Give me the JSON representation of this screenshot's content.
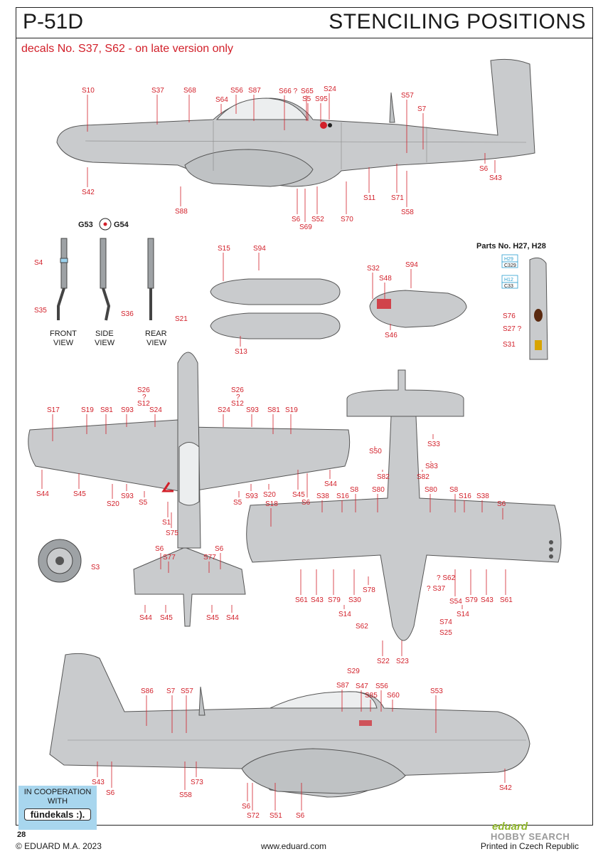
{
  "header": {
    "model": "P-51D",
    "title": "STENCILING POSITIONS"
  },
  "note": "decals No. S37, S62 - on late version only",
  "top_view_labels": [
    "S10",
    "S37",
    "S68",
    "S64",
    "S56",
    "S87",
    "S66 ?",
    "S65",
    "S5",
    "S95",
    "S24",
    "S57",
    "S7",
    "S42",
    "S88",
    "S6",
    "S69",
    "S52",
    "S70",
    "S11",
    "S71",
    "S58",
    "S6",
    "S43"
  ],
  "gear": {
    "header_left": "G53",
    "header_right": "G54",
    "labels": [
      "S4",
      "S35",
      "S36",
      "S21"
    ],
    "captions": [
      "FRONT",
      "VIEW",
      "SIDE",
      "VIEW",
      "REAR",
      "VIEW"
    ]
  },
  "tanks_labels": [
    "S15",
    "S94",
    "S13",
    "S32",
    "S48",
    "S94",
    "S46"
  ],
  "parts": {
    "title": "Parts No. H27, H28",
    "boxes": [
      "H29",
      "C329",
      "H12",
      "C33"
    ],
    "labels": [
      "S76",
      "S27 ?",
      "S31"
    ]
  },
  "top_wing_labels": [
    "S26",
    "?",
    "S12",
    "S26",
    "?",
    "S12",
    "S17",
    "S19",
    "S81",
    "S93",
    "S24",
    "S24",
    "S93",
    "S81",
    "S19",
    "S44",
    "S45",
    "S20",
    "S93",
    "S5",
    "S1",
    "S75",
    "S5",
    "S93",
    "S20",
    "S45",
    "S6",
    "S44",
    "S3",
    "S6",
    "S77",
    "S6",
    "S77",
    "S44",
    "S45",
    "S45",
    "S44"
  ],
  "bottom_view_labels": [
    "S33",
    "S50",
    "S83",
    "S82",
    "S82",
    "S8",
    "S80",
    "S80",
    "S8",
    "S16",
    "S38",
    "S38",
    "S16",
    "S18",
    "S6",
    "S61",
    "S43",
    "S79",
    "S30",
    "S78",
    "S14",
    "? S62",
    "? S37",
    "S54",
    "S79",
    "S43",
    "S61",
    "S14",
    "S62",
    "S74",
    "S25",
    "S22",
    "S23"
  ],
  "side_view_labels": [
    "S29",
    "S87",
    "S47",
    "S56",
    "S85",
    "S60",
    "S53",
    "S86",
    "S7",
    "S57",
    "S43",
    "S6",
    "S73",
    "S58",
    "S6",
    "S72",
    "S51",
    "S6",
    "S42"
  ],
  "cooperation": {
    "line1": "IN COOPERATION",
    "line2": "WITH",
    "logo": "fündekals :)."
  },
  "footer": {
    "page": "28",
    "copyright": "© EDUARD M.A. 2023",
    "website": "www.eduard.com",
    "printed": "Printed in Czech Republic",
    "brand": "eduard",
    "watermark": "HOBBY SEARCH"
  },
  "colors": {
    "accent": "#d2202a",
    "aircraft": "#c9cbcd",
    "cooperation_bg": "#a8d6ee"
  }
}
